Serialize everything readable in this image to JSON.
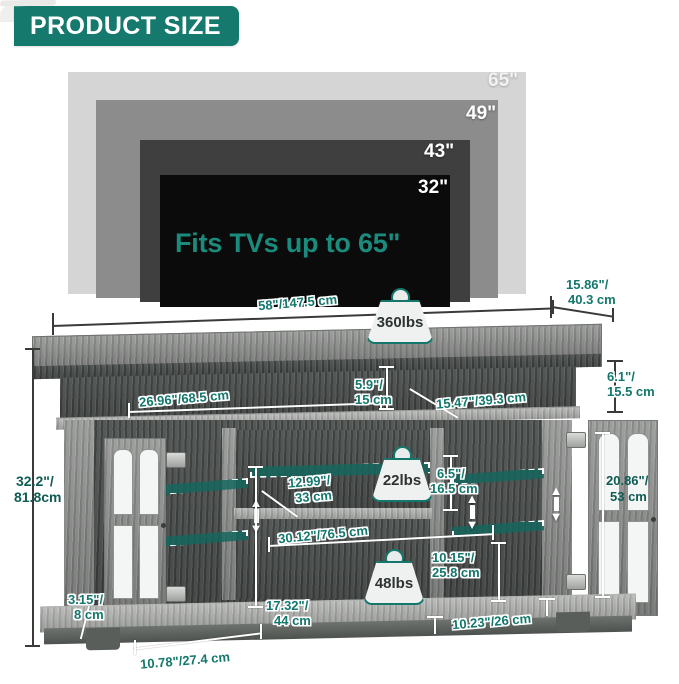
{
  "banner": {
    "title": "PRODUCT SIZE"
  },
  "tv": {
    "sizes": [
      {
        "label": "65\"",
        "color": "#d5d5d5"
      },
      {
        "label": "49\"",
        "color": "#8c8c8c"
      },
      {
        "label": "43\"",
        "color": "#3f3f3f"
      },
      {
        "label": "32\"",
        "color": "#0b0b0b"
      }
    ],
    "fits_text": "Fits TVs up to 65\""
  },
  "dimensions": {
    "overall_width": "58\"/147.5 cm",
    "overall_depth": "15.86\"/\n40.3 cm",
    "depth_line1": "15.86\"/",
    "depth_line2": "40.3 cm",
    "top_shelf_height_line1": "6.1\"/",
    "top_shelf_height_line2": "15.5 cm",
    "overall_height_line1": "32.2\"/",
    "overall_height_line2": "81.8cm",
    "upper_shelf_width": "26.96\"/68.5 cm",
    "upper_shelf_height_line1": "5.9\"/",
    "upper_shelf_height_line2": "15 cm",
    "upper_shelf_depth": "15.47\"/39.3 cm",
    "mid_shelf_depth_line1": "12.99\"/",
    "mid_shelf_depth_line2": "33 cm",
    "mid_shelf_gap_line1": "6.5\"/",
    "mid_shelf_gap_line2": "16.5 cm",
    "center_width": "30.12\"/76.5 cm",
    "bottom_compartment_line1": "10.15\"/",
    "bottom_compartment_line2": "25.8 cm",
    "cabinet_door_line1": "20.86\"/",
    "cabinet_door_line2": "53 cm",
    "leg_height_line1": "3.15\"/",
    "leg_height_line2": "8 cm",
    "bottom_inner_height_line1": "17.32\"/",
    "bottom_inner_height_line2": "44 cm",
    "base_left_width": "10.78\"/27.4 cm",
    "base_right_width": "10.23\"/26 cm"
  },
  "weights": {
    "top": "360lbs",
    "middle": "22lbs",
    "bottom": "48lbs"
  },
  "colors": {
    "brand_teal": "#15796d",
    "label_teal": "#14776c",
    "shelf_teal": "#14685e",
    "wood_gray": "#8b8d8b"
  }
}
